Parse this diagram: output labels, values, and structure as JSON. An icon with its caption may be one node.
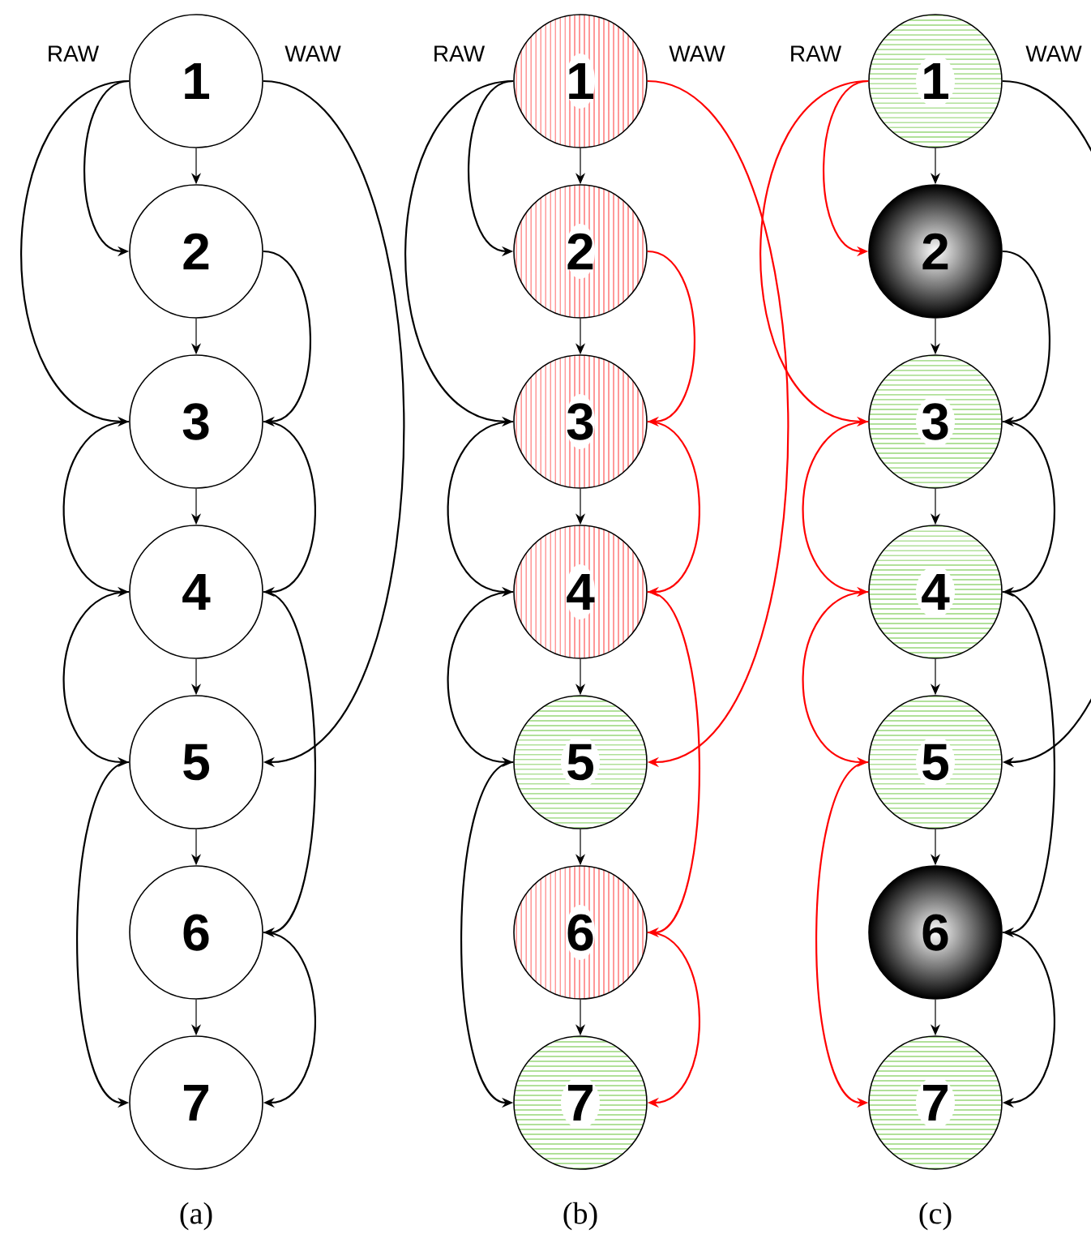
{
  "diagram": {
    "nodes": [
      {
        "text": [
          "1"
        ]
      },
      {
        "text": [
          "2"
        ]
      },
      {
        "text": [
          "3"
        ]
      },
      {
        "text": [
          "4"
        ]
      },
      {
        "text": [
          "5"
        ]
      },
      {
        "text": [
          "6"
        ]
      },
      {
        "text": [
          "7"
        ]
      },
      {
        "text": [
          "1"
        ]
      },
      {
        "text": [
          "2"
        ]
      },
      {
        "text": [
          "3"
        ]
      },
      {
        "text": [
          "4"
        ]
      },
      {
        "text": [
          "5"
        ]
      },
      {
        "text": [
          "6"
        ]
      },
      {
        "text": [
          "7"
        ]
      },
      {
        "text": [
          "1"
        ]
      },
      {
        "text": [
          "2"
        ]
      },
      {
        "text": [
          "3"
        ]
      },
      {
        "text": [
          "4"
        ]
      },
      {
        "text": [
          "5"
        ]
      },
      {
        "text": [
          "6"
        ]
      },
      {
        "text": [
          "7"
        ]
      }
    ],
    "edges": [
      {
        "from": 0,
        "to": 1,
        "arrow": "to"
      },
      {
        "from": 1,
        "to": 2,
        "arrow": "to"
      },
      {
        "from": 2,
        "to": 3,
        "arrow": "to"
      },
      {
        "from": 3,
        "to": 4,
        "arrow": "to"
      },
      {
        "from": 4,
        "to": 5,
        "arrow": "to"
      },
      {
        "from": 5,
        "to": 6,
        "arrow": "to"
      },
      {
        "from": 0,
        "to": 1,
        "arrow": "to"
      },
      {
        "from": 0,
        "to": 2,
        "arrow": "to"
      },
      {
        "from": 2,
        "to": 3,
        "arrow": "to"
      },
      {
        "from": 3,
        "to": 4,
        "arrow": "to"
      },
      {
        "from": 4,
        "to": 6,
        "arrow": "to"
      },
      {
        "from": 0,
        "to": 4,
        "arrow": "to"
      },
      {
        "from": 1,
        "to": 2,
        "arrow": "to"
      },
      {
        "from": 2,
        "to": 3,
        "arrow": "to"
      },
      {
        "from": 3,
        "to": 5,
        "arrow": "to"
      },
      {
        "from": 5,
        "to": 6,
        "arrow": "to"
      },
      {
        "from": 7,
        "to": 8,
        "arrow": "to"
      },
      {
        "from": 8,
        "to": 9,
        "arrow": "to"
      },
      {
        "from": 9,
        "to": 10,
        "arrow": "to"
      },
      {
        "from": 10,
        "to": 11,
        "arrow": "to"
      },
      {
        "from": 11,
        "to": 12,
        "arrow": "to"
      },
      {
        "from": 12,
        "to": 13,
        "arrow": "to"
      },
      {
        "from": 7,
        "to": 8,
        "arrow": "to"
      },
      {
        "from": 7,
        "to": 9,
        "arrow": "to"
      },
      {
        "from": 9,
        "to": 10,
        "arrow": "to"
      },
      {
        "from": 10,
        "to": 11,
        "arrow": "to"
      },
      {
        "from": 11,
        "to": 13,
        "arrow": "to"
      },
      {
        "from": 7,
        "to": 11,
        "arrow": "to",
        "color": "#ff0000"
      },
      {
        "from": 8,
        "to": 9,
        "arrow": "to",
        "color": "#ff0000"
      },
      {
        "from": 9,
        "to": 10,
        "arrow": "to",
        "color": "#ff0000"
      },
      {
        "from": 10,
        "to": 12,
        "arrow": "to",
        "color": "#ff0000"
      },
      {
        "from": 12,
        "to": 13,
        "arrow": "to",
        "color": "#ff0000"
      },
      {
        "from": 14,
        "to": 15,
        "arrow": "to"
      },
      {
        "from": 15,
        "to": 16,
        "arrow": "to"
      },
      {
        "from": 16,
        "to": 17,
        "arrow": "to"
      },
      {
        "from": 17,
        "to": 18,
        "arrow": "to"
      },
      {
        "from": 18,
        "to": 19,
        "arrow": "to"
      },
      {
        "from": 19,
        "to": 20,
        "arrow": "to"
      },
      {
        "from": 14,
        "to": 15,
        "arrow": "to",
        "color": "#ff0000"
      },
      {
        "from": 14,
        "to": 16,
        "arrow": "to",
        "color": "#ff0000"
      },
      {
        "from": 16,
        "to": 17,
        "arrow": "to",
        "color": "#ff0000"
      },
      {
        "from": 17,
        "to": 18,
        "arrow": "to",
        "color": "#ff0000"
      },
      {
        "from": 18,
        "to": 20,
        "arrow": "to",
        "color": "#ff0000"
      },
      {
        "from": 14,
        "to": 18,
        "arrow": "to"
      },
      {
        "from": 15,
        "to": 16,
        "arrow": "to"
      },
      {
        "from": 16,
        "to": 17,
        "arrow": "to"
      },
      {
        "from": 17,
        "to": 19,
        "arrow": "to"
      },
      {
        "from": 19,
        "to": 20,
        "arrow": "to"
      }
    ],
    "labels": [
      "RAW",
      "WAW",
      "RAW",
      "WAW",
      "RAW",
      "WAW",
      "(a)",
      "(b)",
      "(c)"
    ]
  }
}
